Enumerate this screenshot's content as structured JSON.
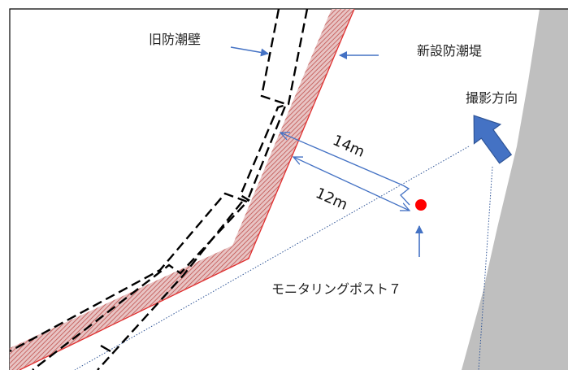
{
  "labels": {
    "old_seawall": "旧防潮壁",
    "new_seawall": "新設防潮堤",
    "shooting_direction": "撮影方向",
    "monitoring_post": "モニタリングポスト７",
    "distance_14": "14m",
    "distance_12": "12m"
  },
  "colors": {
    "new_seawall_hatch": "#c0504d",
    "arrow_blue": "#4472c4",
    "monitoring_post_dot": "#ff0000",
    "slope": "#bfbfbf",
    "sightline": "#2f5597"
  },
  "icons": {
    "direction_arrow": "thick-arrow-icon",
    "pointer_arrow": "arrow-icon"
  }
}
